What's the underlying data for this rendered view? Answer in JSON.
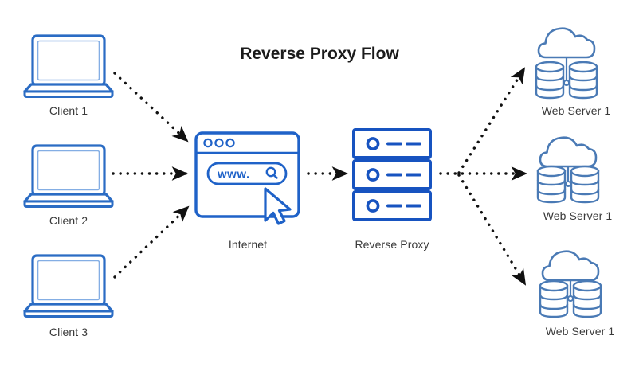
{
  "diagram": {
    "title": "Reverse Proxy Flow",
    "type": "network-flow-diagram",
    "colors": {
      "client_blue": "#2b6cc4",
      "internet_blue": "#1f62c8",
      "proxy_blue": "#1753c0",
      "server_blue": "#4a7ab5",
      "arrow_black": "#111111",
      "label_gray": "#3a3a3a",
      "title_black": "#1b1b1b",
      "background": "#ffffff"
    },
    "clients": [
      {
        "id": "client-1",
        "label": "Client 1",
        "icon": "laptop-icon"
      },
      {
        "id": "client-2",
        "label": "Client 2",
        "icon": "laptop-icon"
      },
      {
        "id": "client-3",
        "label": "Client 3",
        "icon": "laptop-icon"
      }
    ],
    "internet": {
      "id": "internet",
      "label": "Internet",
      "icon": "browser-window-icon",
      "address_bar_text": "www.",
      "address_bar_icon": "search-icon",
      "window_dots": 3,
      "cursor_icon": "mouse-cursor-icon"
    },
    "proxy": {
      "id": "reverse-proxy",
      "label": "Reverse Proxy",
      "icon": "server-rack-icon",
      "units": 3
    },
    "servers": [
      {
        "id": "web-server-top",
        "label": "Web Server 1",
        "icon": "cloud-database-icon"
      },
      {
        "id": "web-server-middle",
        "label": "Web Server 1",
        "icon": "cloud-database-icon"
      },
      {
        "id": "web-server-bottom",
        "label": "Web Server 1",
        "icon": "cloud-database-icon"
      }
    ],
    "connections": [
      {
        "id": "client1-to-internet",
        "from": "client-1",
        "to": "internet",
        "style": "dotted-arrow"
      },
      {
        "id": "client2-to-internet",
        "from": "client-2",
        "to": "internet",
        "style": "dotted-arrow"
      },
      {
        "id": "client3-to-internet",
        "from": "client-3",
        "to": "internet",
        "style": "dotted-arrow"
      },
      {
        "id": "internet-to-proxy",
        "from": "internet",
        "to": "reverse-proxy",
        "style": "dotted-arrow"
      },
      {
        "id": "proxy-to-server-top",
        "from": "reverse-proxy",
        "to": "web-server-top",
        "style": "dotted-arrow"
      },
      {
        "id": "proxy-to-server-middle",
        "from": "reverse-proxy",
        "to": "web-server-middle",
        "style": "dotted-arrow"
      },
      {
        "id": "proxy-to-server-bottom",
        "from": "reverse-proxy",
        "to": "web-server-bottom",
        "style": "dotted-arrow"
      }
    ]
  }
}
